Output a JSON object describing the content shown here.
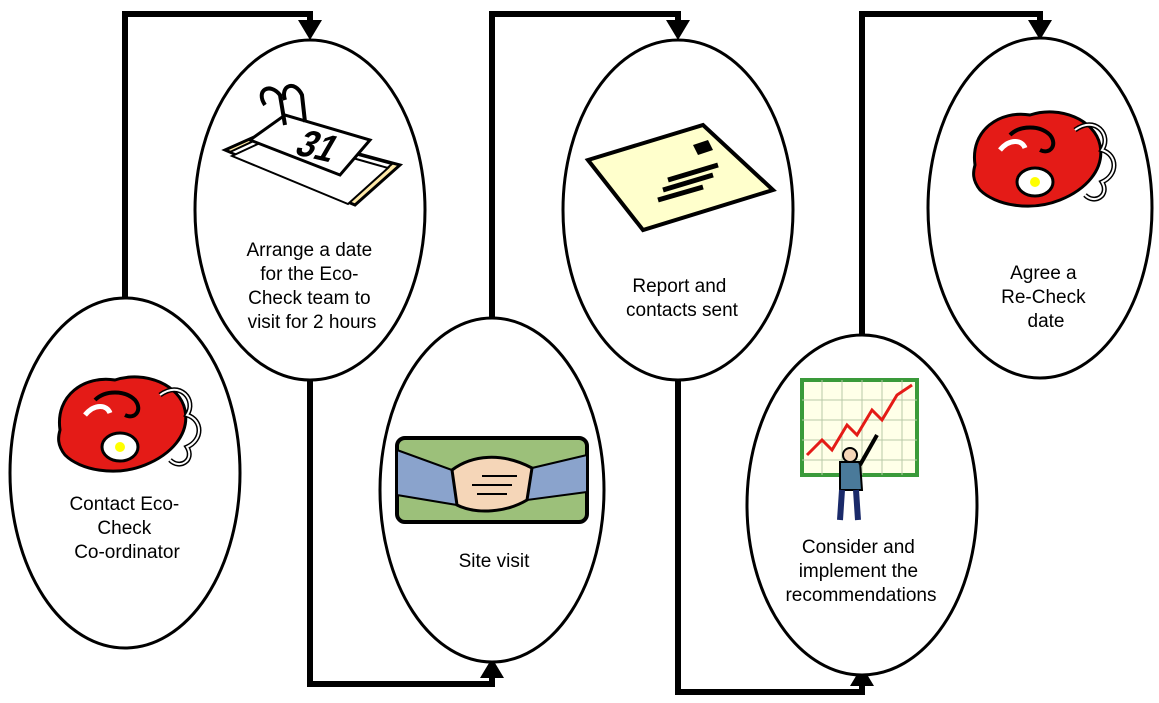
{
  "steps": [
    {
      "id": "contact",
      "icon": "telephone-icon",
      "label": [
        "Contact Eco-",
        "Check",
        "Co-ordinator"
      ]
    },
    {
      "id": "arrange",
      "icon": "calendar-icon",
      "label": [
        "Arrange a date",
        "for the Eco-",
        "Check team to",
        "visit for 2 hours"
      ]
    },
    {
      "id": "visit",
      "icon": "handshake-icon",
      "label": [
        "Site visit"
      ]
    },
    {
      "id": "report",
      "icon": "document-icon",
      "label": [
        "Report and",
        "contacts sent"
      ]
    },
    {
      "id": "consider",
      "icon": "presentation-chart-icon",
      "label": [
        "Consider and",
        "implement the",
        "recommendations"
      ]
    },
    {
      "id": "recheck",
      "icon": "telephone-icon",
      "label": [
        "Agree a",
        "Re-Check",
        "date"
      ]
    }
  ],
  "calendar_number": "31",
  "colors": {
    "outline": "#000000",
    "phone_red": "#e41b17",
    "paper": "#ffffcc",
    "handshake_bg": "#9cc07a",
    "sleeve": "#8aa3cc",
    "skin": "#f5d6b8",
    "chart_line": "#e41b17",
    "board_bg": "#ffffe8",
    "board_frame": "#3a9a3a"
  }
}
